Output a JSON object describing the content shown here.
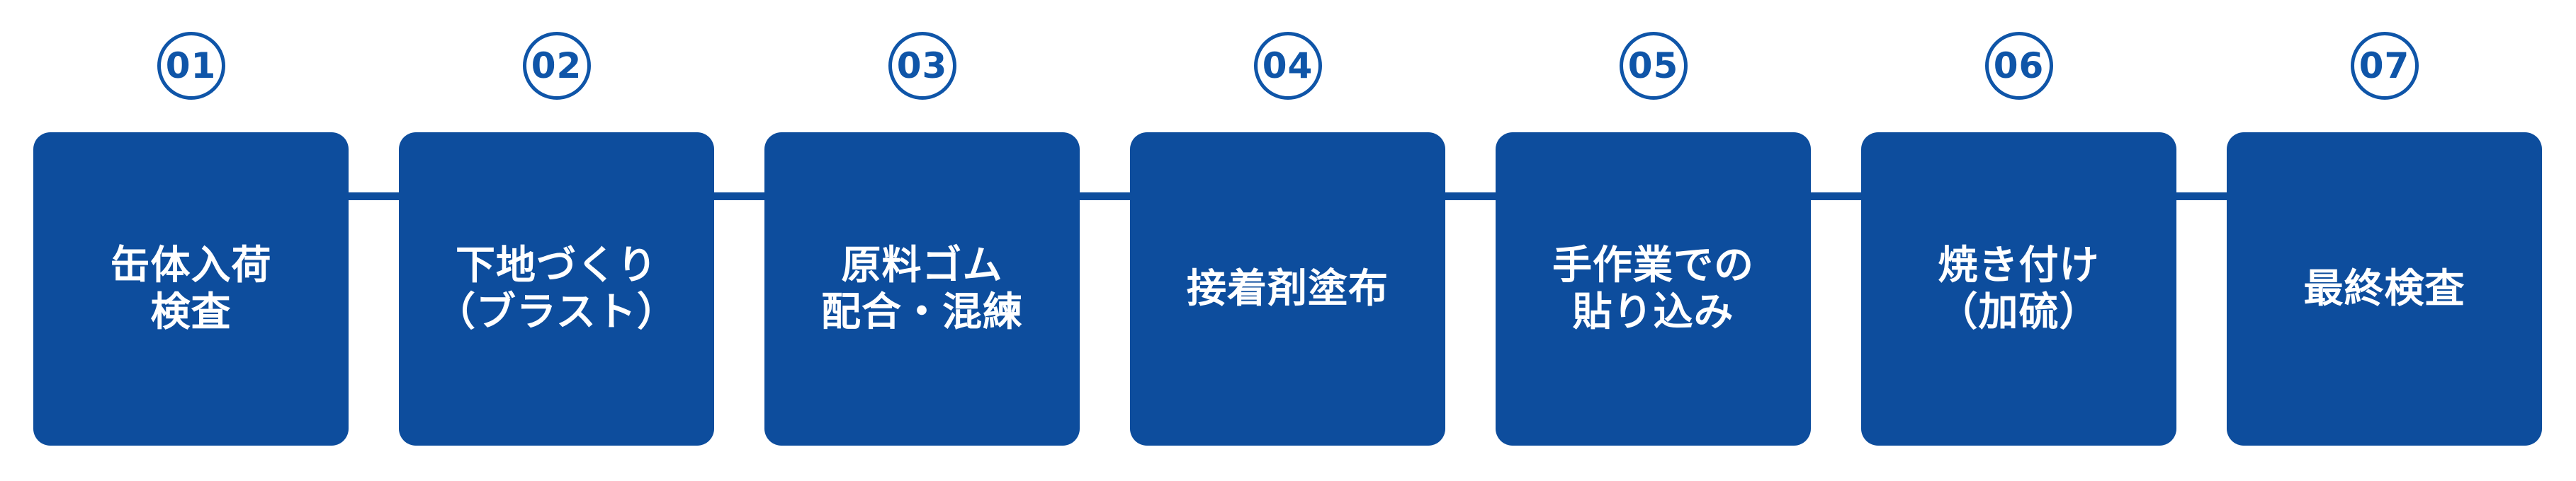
{
  "diagram": {
    "kind": "process-flow",
    "direction": "left-to-right",
    "step_count": 7
  },
  "colors": {
    "page_bg": "#ffffff",
    "box_blue": "#0D4D9D",
    "circle_blue": "#0F55A8",
    "label_white": "#ffffff"
  },
  "steps": [
    {
      "number": "01",
      "label": "缶体入荷\n検査"
    },
    {
      "number": "02",
      "label": "下地づくり\n（ブラスト）"
    },
    {
      "number": "03",
      "label": "原料ゴム\n配合・混練"
    },
    {
      "number": "04",
      "label": "接着剤塗布"
    },
    {
      "number": "05",
      "label": "手作業での\n貼り込み"
    },
    {
      "number": "06",
      "label": "焼き付け\n（加硫）"
    },
    {
      "number": "07",
      "label": "最終検査"
    }
  ]
}
